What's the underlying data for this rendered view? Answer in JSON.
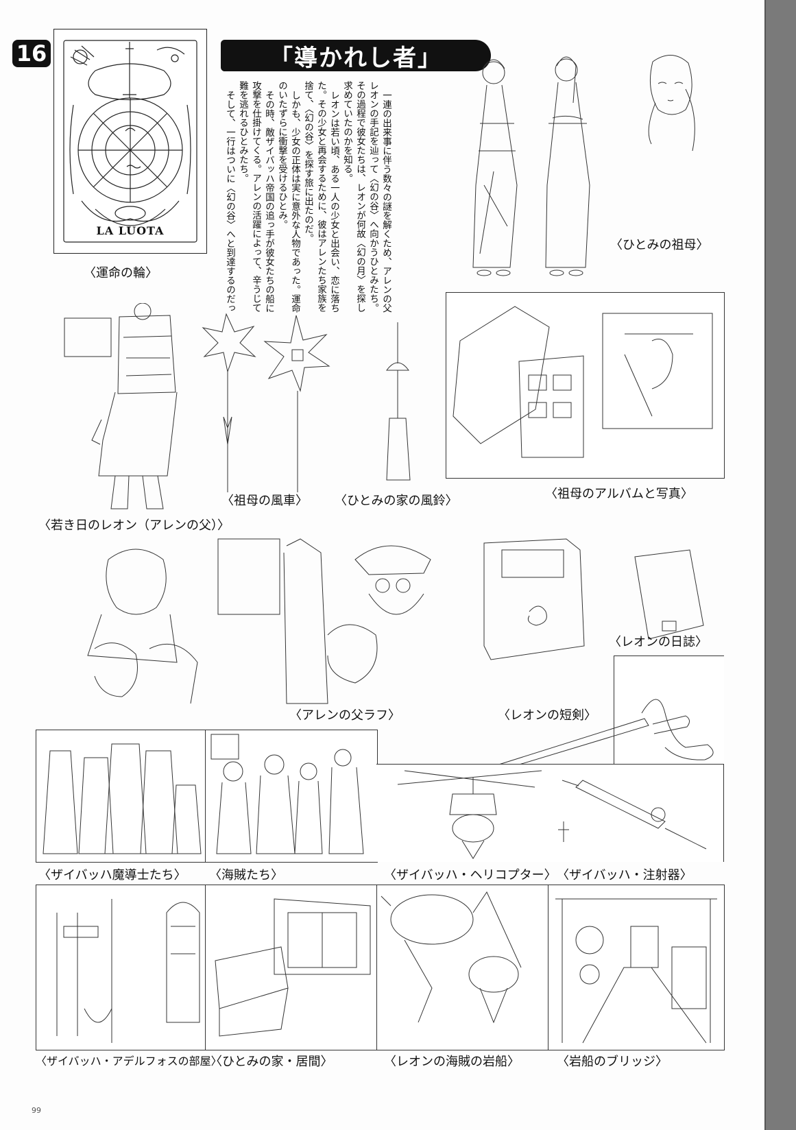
{
  "header": {
    "episode_number": "16",
    "title": "「導かれし者」"
  },
  "body_text": [
    "一連の出来事に伴う数々の謎を解くため、アレンの父レオンの手記を辿って〈幻の谷〉へ向かうひとみたち。その過程で彼女たちは、レオンが何故〈幻の月〉を探し求めていたのかを知る。",
    "レオンは若い頃、ある一人の少女と出会い、恋に落ちた。その少女と再会するために、彼はアレンたち家族を捨て、〈幻の谷〉を探す旅に出たのだ。",
    "しかも、少女の正体は実に意外な人物であった。運命のいたずらに衝撃を受けるひとみ。",
    "その時、敵ザイバッハ帝国の追っ手が彼女たちの船に攻撃を仕掛けてくる。アレンの活躍によって、辛うじて難を逃れるひとみたち。",
    "そして、一行はついに〈幻の谷〉へと到達するのだった。"
  ],
  "tarot": {
    "card_label": "LA LUOTA"
  },
  "captions": {
    "wheel_of_fortune": "〈運命の輪〉",
    "grandmother": "〈ひとみの祖母〉",
    "young_leon": "〈若き日のレオン（アレンの父）〉",
    "grandmother_pinwheel": "〈祖母の風車〉",
    "wind_chime": "〈ひとみの家の風鈴〉",
    "album_photo": "〈祖母のアルバムと写真〉",
    "allen_father_rough": "〈アレンの父ラフ〉",
    "leon_journal": "〈レオンの日誌〉",
    "leon_dagger": "〈レオンの短剣〉",
    "sorcerers": "〈ザイバッハ魔導士たち〉",
    "pirates": "〈海賊たち〉",
    "helicopter": "〈ザイバッハ・ヘリコプター〉",
    "syringe": "〈ザイバッハ・注射器〉",
    "adelfos_room": "〈ザイバッハ・アデルフォスの部屋〉",
    "hitomi_living": "〈ひとみの家・居間〉",
    "rock_ship": "〈レオンの海賊の岩船〉",
    "ship_bridge": "〈岩船のブリッジ〉"
  },
  "page_number": "99"
}
